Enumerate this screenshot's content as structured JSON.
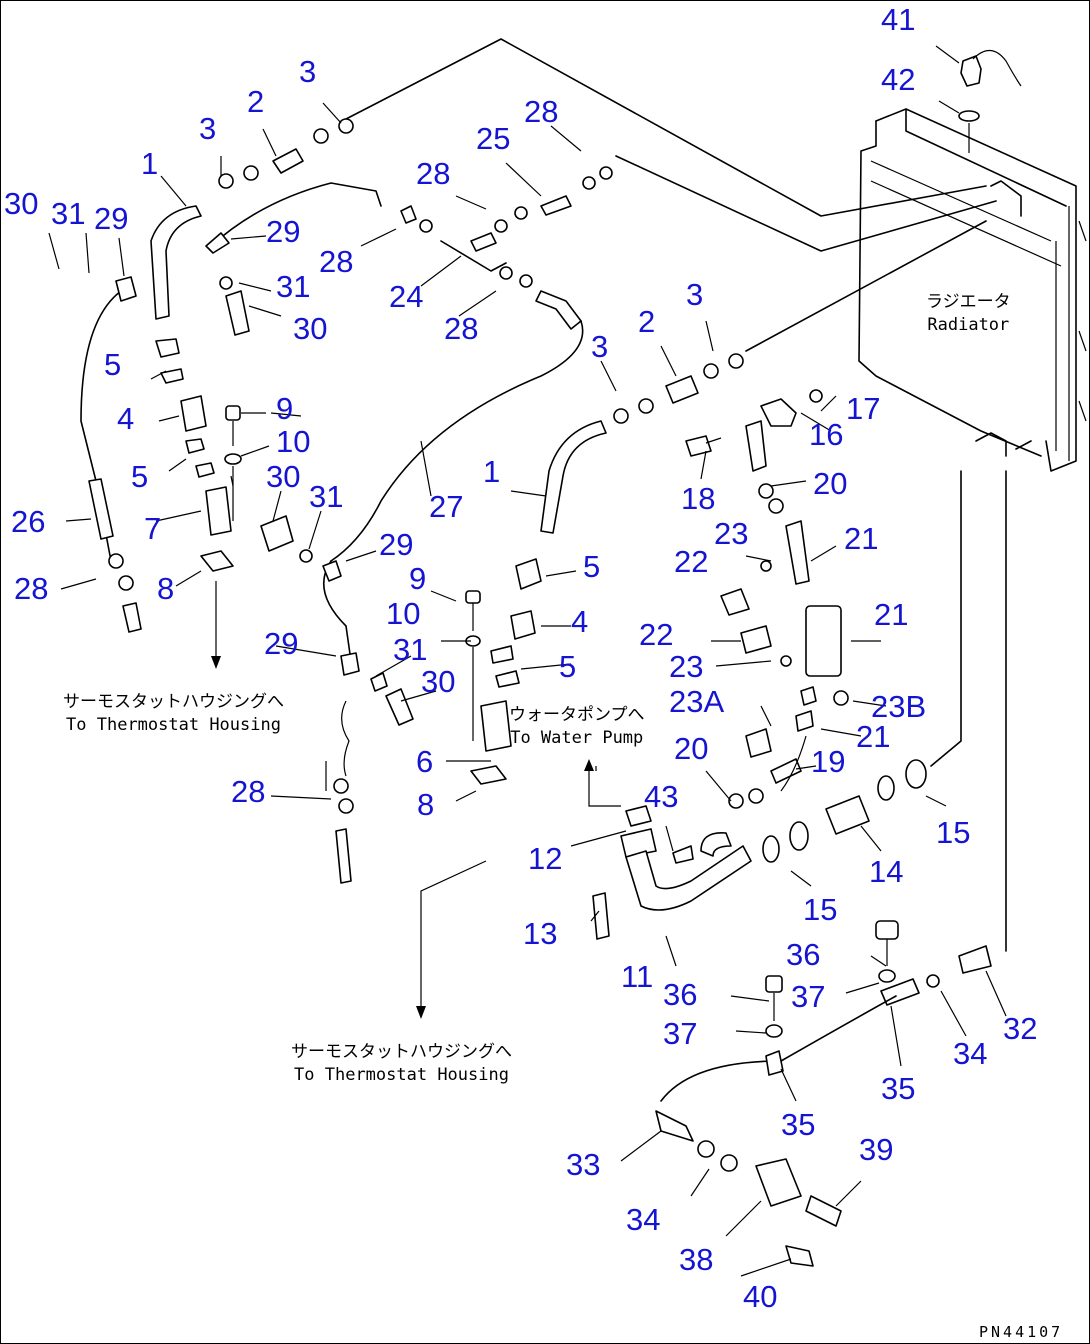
{
  "labels": {
    "l41": "41",
    "l42": "42",
    "l3a": "3",
    "l2a": "2",
    "l3b": "3",
    "l1a": "1",
    "l28a": "28",
    "l25": "25",
    "l28b": "28",
    "l30a": "30",
    "l31a": "31",
    "l29a": "29",
    "l29b": "29",
    "l28c": "28",
    "l31b": "31",
    "l24": "24",
    "l30b": "30",
    "l28d": "28",
    "l3c": "3",
    "l2b": "2",
    "l3d": "3",
    "l5a": "5",
    "l17": "17",
    "l4a": "4",
    "l9a": "9",
    "l16": "16",
    "l10a": "10",
    "l5b": "5",
    "l30c": "30",
    "l31c": "31",
    "l1b": "1",
    "l18": "18",
    "l20a": "20",
    "l27": "27",
    "l26": "26",
    "l7": "7",
    "l23a": "23",
    "l21a": "21",
    "l29c": "29",
    "l22a": "22",
    "l5c": "5",
    "l28e": "28",
    "l8a": "8",
    "l9b": "9",
    "l4b": "4",
    "l10b": "10",
    "l21b": "21",
    "l22b": "22",
    "l29d": "29",
    "l31d": "31",
    "l23b": "23",
    "l5d": "5",
    "l30d": "30",
    "l23A": "23A",
    "l23B": "23B",
    "l21c": "21",
    "l20b": "20",
    "l6": "6",
    "l19": "19",
    "l28f": "28",
    "l8b": "8",
    "l43": "43",
    "l15a": "15",
    "l12": "12",
    "l14": "14",
    "l15b": "15",
    "l13": "13",
    "l36a": "36",
    "l11": "11",
    "l36b": "36",
    "l37a": "37",
    "l32": "32",
    "l37b": "37",
    "l34a": "34",
    "l35a": "35",
    "l35b": "35",
    "l33": "33",
    "l39": "39",
    "l34b": "34",
    "l38": "38",
    "l40": "40"
  },
  "notes": {
    "radiator_jp": "ラジエータ",
    "radiator_en": "Radiator",
    "thermostat_left_jp": "サーモスタットハウジングへ",
    "thermostat_left_en": "To Thermostat Housing",
    "water_pump_jp": "ウォータポンプへ",
    "water_pump_en": "To Water Pump",
    "thermostat_bottom_jp": "サーモスタットハウジングへ",
    "thermostat_bottom_en": "To Thermostat Housing"
  },
  "drawing_code": "PN44107",
  "colors": {
    "callout": "#1414d2",
    "ink": "#000000",
    "paper": "#ffffff"
  }
}
